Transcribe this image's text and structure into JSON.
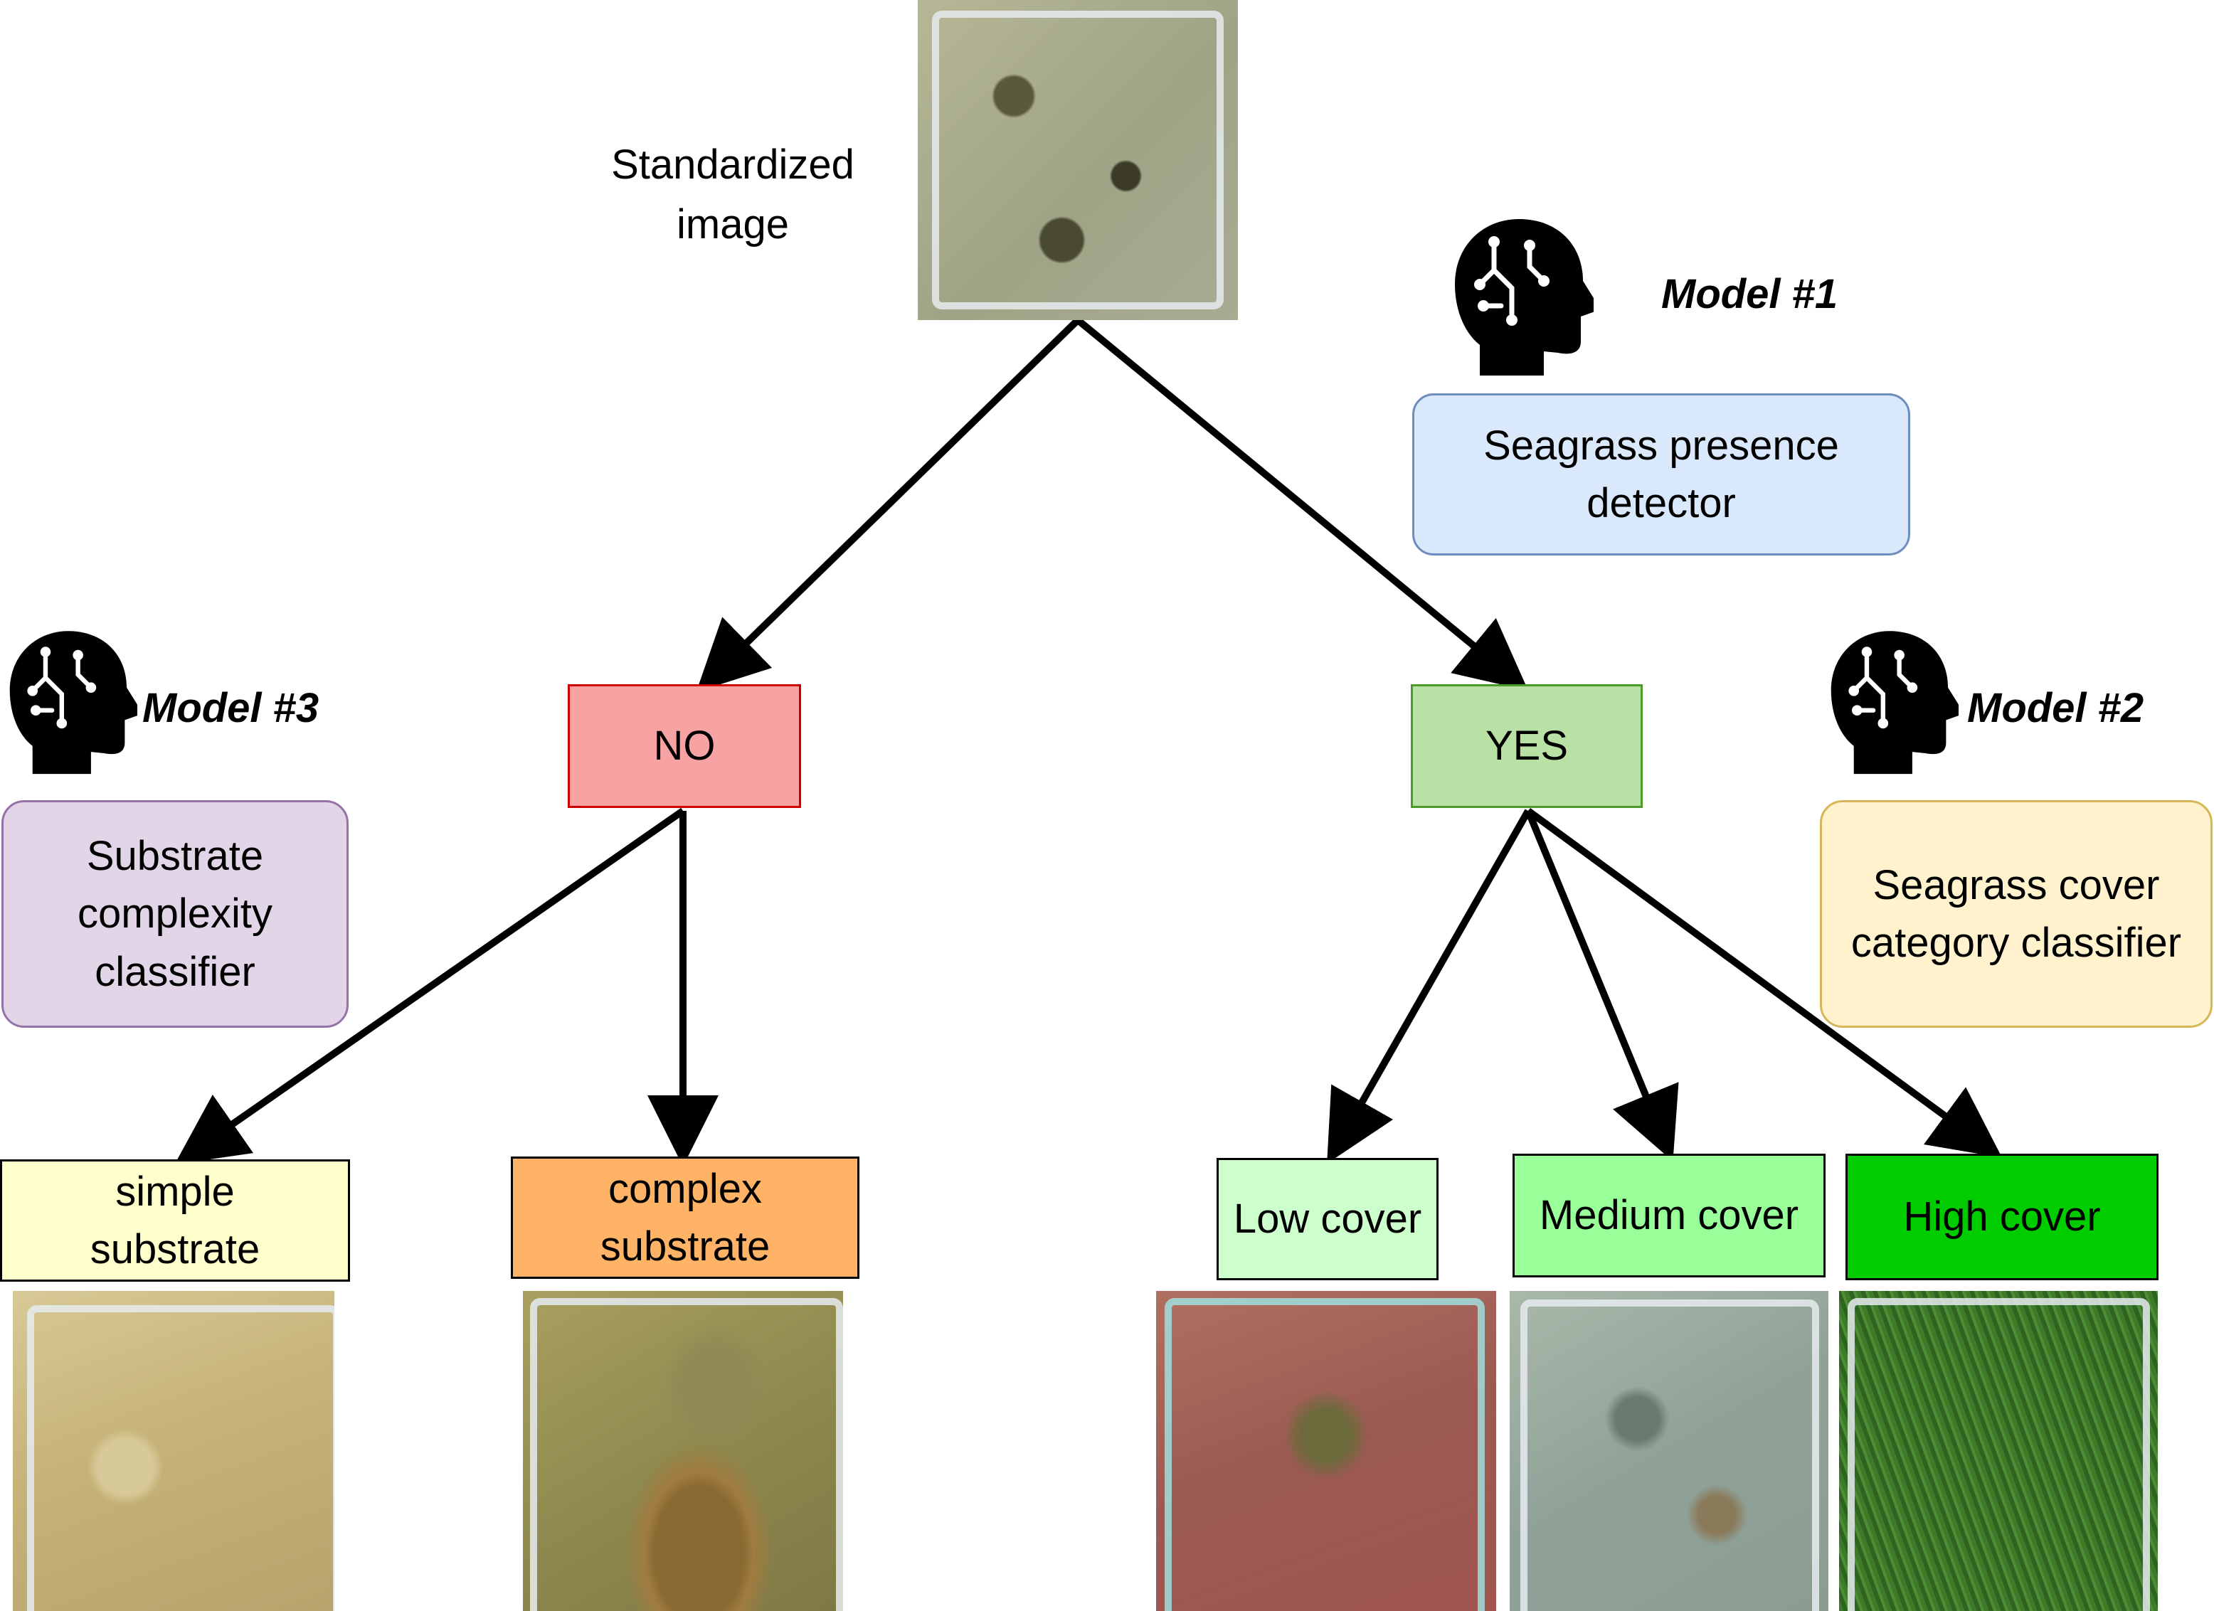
{
  "root": {
    "label_line1": "Standardized",
    "label_line2": "image"
  },
  "models": {
    "m1": {
      "name": "Model #1",
      "desc_line1": "Seagrass presence",
      "desc_line2": "detector",
      "fill": "#dae8fc",
      "stroke": "#6c8ebf"
    },
    "m2": {
      "name": "Model #2",
      "desc_line1": "Seagrass cover",
      "desc_line2": "category classifier",
      "fill": "#fff2cc",
      "stroke": "#d6b656"
    },
    "m3": {
      "name": "Model #3",
      "desc_line1": "Substrate",
      "desc_line2": "complexity",
      "desc_line3": "classifier",
      "fill": "#e1d5e7",
      "stroke": "#9673a6"
    }
  },
  "decisions": {
    "no": {
      "label": "NO",
      "fill": "#f8a3a3",
      "stroke": "#cc0000"
    },
    "yes": {
      "label": "YES",
      "fill": "#b9e0a5",
      "stroke": "#4d9a2a"
    }
  },
  "outcomes": {
    "simple": {
      "line1": "simple",
      "line2": "substrate",
      "fill": "#ffffcc"
    },
    "complex": {
      "line1": "complex",
      "line2": "substrate",
      "fill": "#ffb366"
    },
    "low": {
      "label": "Low cover",
      "fill": "#ccffcc"
    },
    "medium": {
      "label": "Medium cover",
      "fill": "#99ff99"
    },
    "high": {
      "label": "High cover",
      "fill": "#00cc00"
    }
  },
  "icons": {
    "model_icon": "brain-head-icon"
  }
}
